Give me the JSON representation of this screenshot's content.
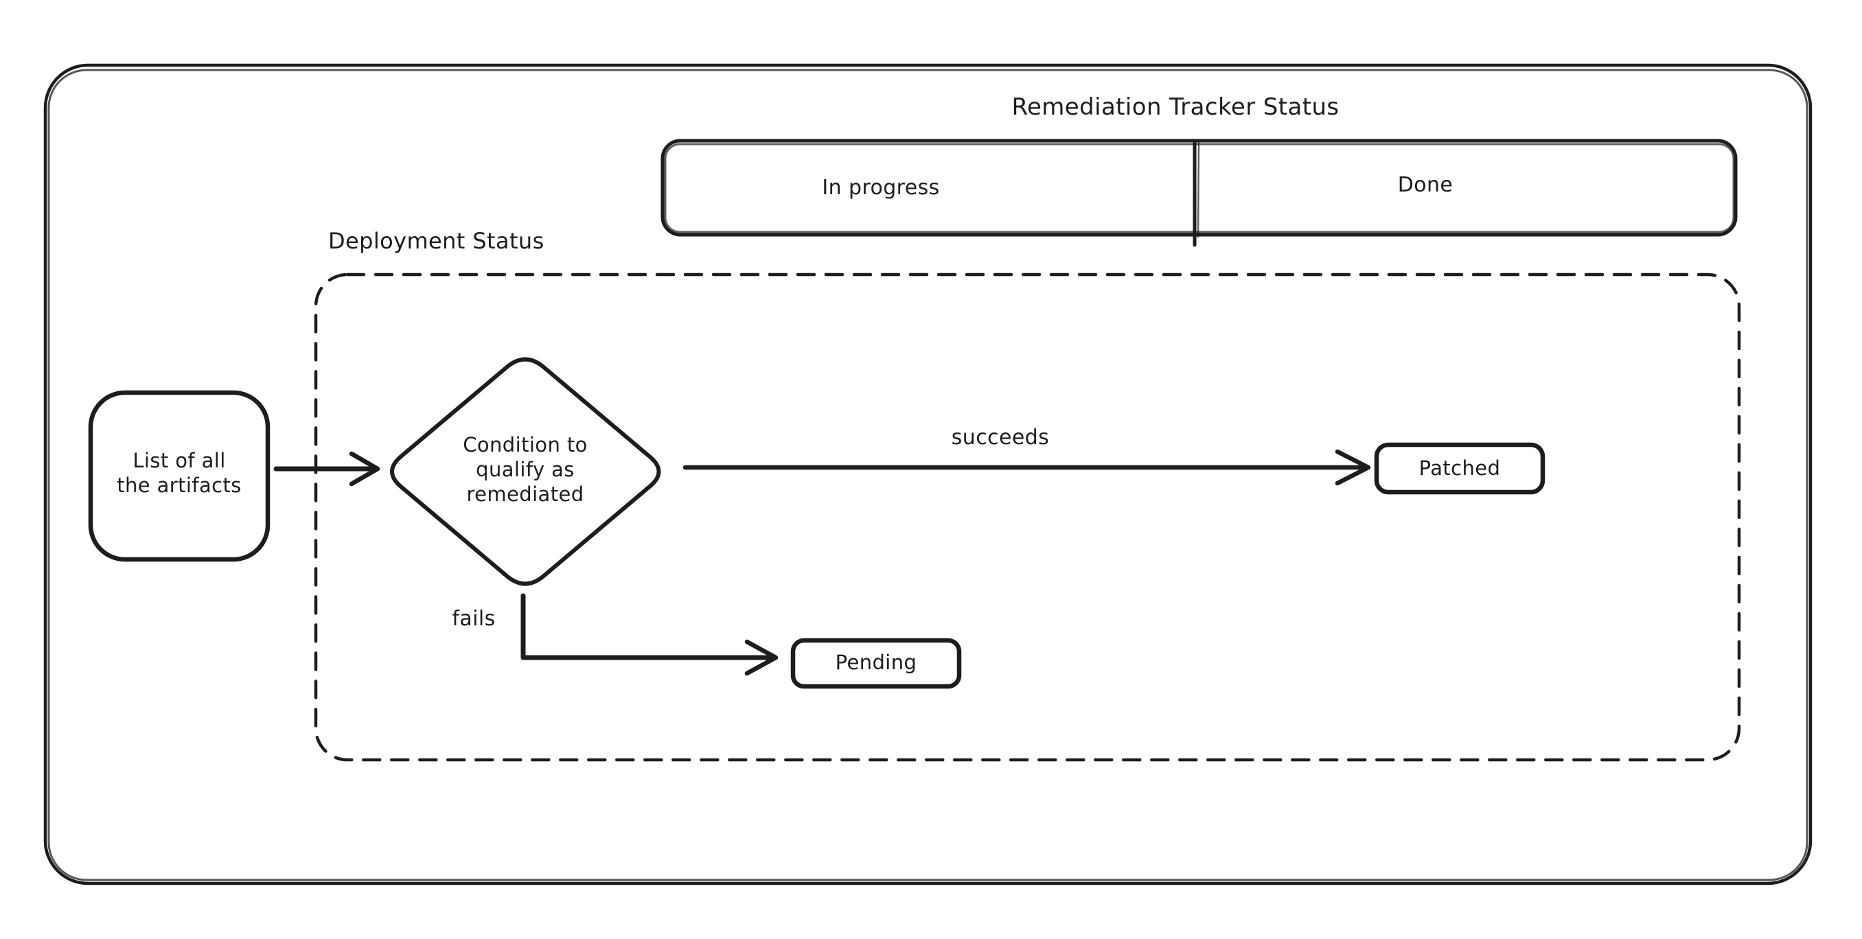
{
  "title": "Remediation Tracker Status",
  "tracker": {
    "columns": [
      "In progress",
      "Done"
    ]
  },
  "container": {
    "label": "Deployment Status"
  },
  "nodes": {
    "artifacts": {
      "lines": [
        "List of all",
        "the artifacts"
      ]
    },
    "condition": {
      "lines": [
        "Condition to",
        "qualify as",
        "remediated"
      ]
    },
    "patched": {
      "label": "Patched"
    },
    "pending": {
      "label": "Pending"
    }
  },
  "edges": {
    "succeeds": {
      "label": "succeeds"
    },
    "fails": {
      "label": "fails"
    }
  },
  "colors": {
    "stroke": "#1d1d20",
    "background": "#ffffff"
  }
}
